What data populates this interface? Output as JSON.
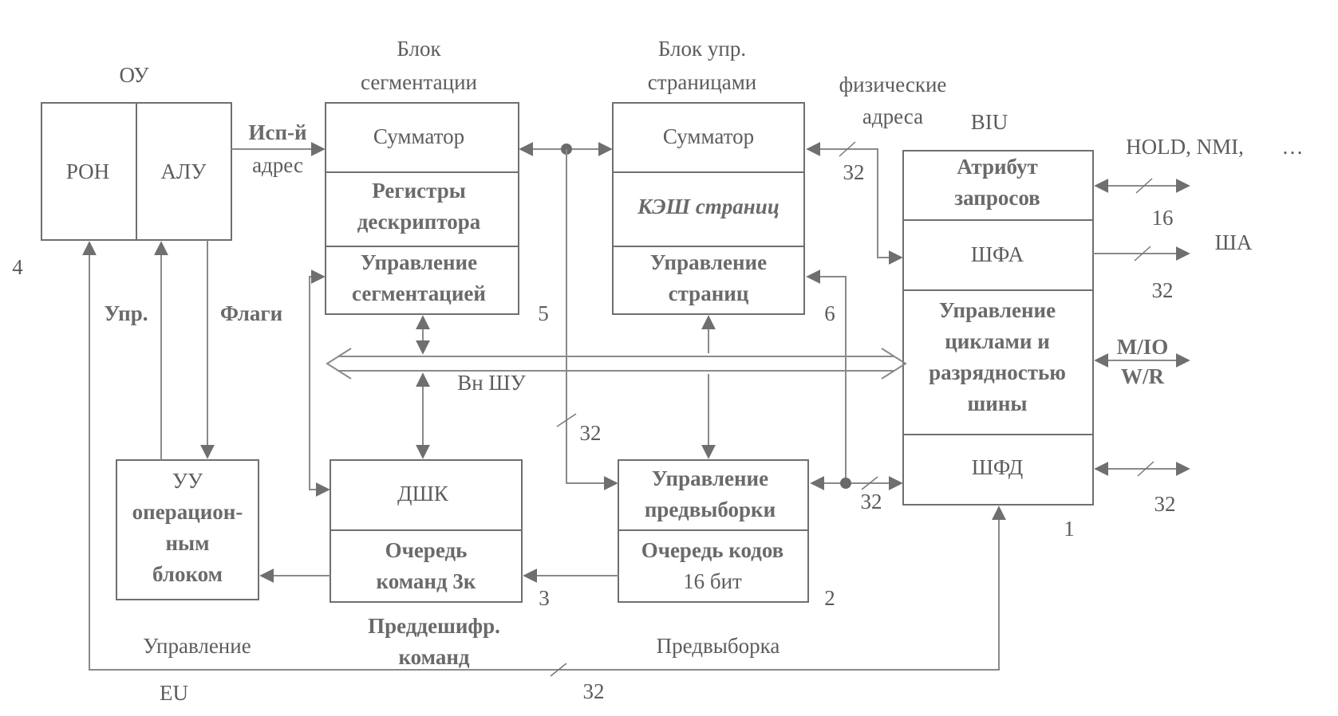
{
  "eu_label": "EU",
  "biu_label": "BIU",
  "headers": {
    "ou": "ОУ",
    "segmentation": [
      "Блок",
      "сегментации"
    ],
    "paging": [
      "Блок упр.",
      "страницами"
    ],
    "phys_addr": [
      "физические",
      "адреса"
    ]
  },
  "boxes": {
    "ron": "РОН",
    "alu": "АЛУ",
    "seg_adder": "Сумматор",
    "seg_regs": [
      "Регистры",
      "дескриптора"
    ],
    "seg_ctrl": [
      "Управление",
      "сегментацией"
    ],
    "page_adder": "Сумматор",
    "page_cache": "КЭШ страниц",
    "page_ctrl": [
      "Управление",
      "страниц"
    ],
    "req_attr": [
      "Атрибут",
      "запросов"
    ],
    "shfa": "ШФА",
    "cycle_ctrl": [
      "Управление",
      "циклами и",
      "разрядностью",
      "шины"
    ],
    "shfd": "ШФД",
    "uu": [
      "УУ",
      "операцион-",
      "ным",
      "блоком"
    ],
    "dshk": "ДШК",
    "cmd_queue": [
      "Очередь",
      "команд 3к"
    ],
    "prefetch_ctrl": [
      "Управление",
      "предвыборки"
    ],
    "code_queue": [
      "Очередь кодов",
      "16 бит"
    ]
  },
  "signals": {
    "exec_addr": [
      "Исп-й",
      "адрес"
    ],
    "upr": "Упр.",
    "flags": "Флаги",
    "internal_bus": "Вн ШУ",
    "hold_nmi": "HOLD, NMI,",
    "ellipsis": "…",
    "sha": "ША",
    "mio": "M/IO",
    "wr": "W/R"
  },
  "bus_widths": {
    "phys": "32",
    "hold": "16",
    "sha": "32",
    "shd": "32",
    "prefetch_shfd": "32",
    "internal": "32",
    "bottom": "32"
  },
  "block_numbers": [
    "1",
    "2",
    "3",
    "4",
    "5",
    "6"
  ],
  "captions": {
    "eu_control": "Управление",
    "predecode": [
      "Преддешифр.",
      "команд"
    ],
    "prefetch": "Предвыборка"
  }
}
